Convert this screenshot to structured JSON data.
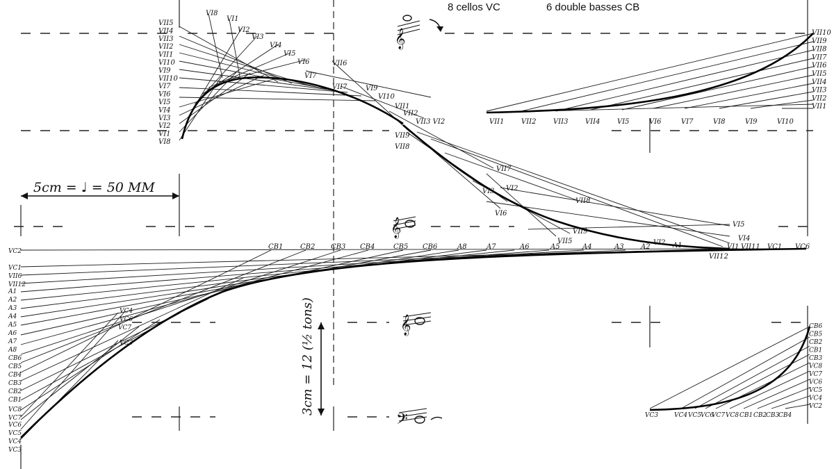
{
  "header": {
    "cellos": "8 cellos VC",
    "basses": "6 double basses CB"
  },
  "scale": {
    "time": "5cm = ♩ = 50 MM",
    "pitch": "3cm = 12 (½ tons)"
  },
  "upper_left": {
    "labels_left": [
      "VII5",
      "VII4",
      "VII3",
      "VII2",
      "VII1",
      "VI10",
      "VI9",
      "VII10",
      "VI7",
      "VI6",
      "VI5",
      "VI4",
      "VI3",
      "VI2",
      "VI1",
      "VI8"
    ],
    "labels_top": [
      "VI8",
      "VI1",
      "VI2",
      "VI3",
      "VI4",
      "VI5",
      "VI6",
      "VI7",
      "VII6",
      "VII7",
      "VI9",
      "VI10",
      "VII1",
      "VII2",
      "VII3 VI2",
      "VII9",
      "VII8"
    ]
  },
  "upper_right": {
    "labels_bottom": [
      "VII1",
      "VII2",
      "VII3",
      "VII4",
      "VI5",
      "VI6",
      "VI7",
      "VI8",
      "VI9",
      "VI10"
    ],
    "labels_right": [
      "VII10",
      "VII9",
      "VII8",
      "VII7",
      "VII6",
      "VII5",
      "VII4",
      "VII3",
      "VII2",
      "VII1"
    ]
  },
  "middle_labels": [
    "VII7",
    "VI2",
    "VI3",
    "VII8",
    "VI6",
    "VII9",
    "VII5",
    "VI5",
    "VI2",
    "A1",
    "VI4",
    "VI1",
    "VII11",
    "VII12",
    "VC1",
    "VC6"
  ],
  "main_row_labels": [
    "CB1",
    "CB2",
    "CB3",
    "CB4",
    "CB5",
    "CB6",
    "A8",
    "A7",
    "A6",
    "A5",
    "A4",
    "A3",
    "A2"
  ],
  "left_labels": [
    "VC2",
    "VC1",
    "VII6",
    "VII12",
    "A1",
    "A2",
    "A3",
    "A4",
    "A5",
    "A6",
    "A7",
    "A8",
    "CB6",
    "CB5",
    "CB4",
    "CB3",
    "CB2",
    "CB1",
    "VC8",
    "VC7",
    "VC6",
    "VC5",
    "VC4",
    "VC3"
  ],
  "left_inner_labels": [
    "VC4",
    "VC6",
    "VC7",
    "VC3"
  ],
  "lower_right": {
    "labels_bottom": [
      "VC3",
      "VC4",
      "VC5",
      "VC6",
      "VC7",
      "VC8",
      "CB1",
      "CB2",
      "CB3",
      "CB4"
    ],
    "labels_right": [
      "CB6",
      "CB5",
      "CB2",
      "CB1",
      "CB3",
      "VC8",
      "VC7",
      "VC6",
      "VC5",
      "VC4",
      "VC2"
    ]
  },
  "clef_notes": [
    "treble-clef-high",
    "treble-clef-mid",
    "treble-clef-low",
    "bass-clef"
  ]
}
